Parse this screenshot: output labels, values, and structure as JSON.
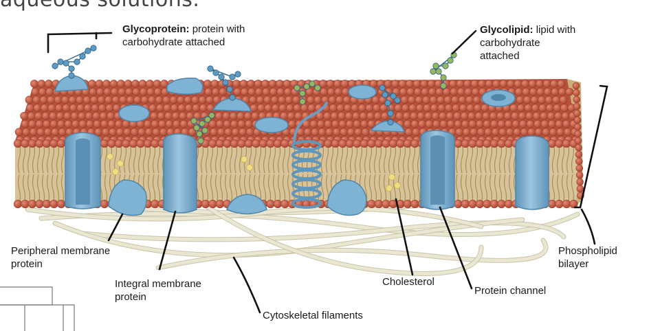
{
  "heading": {
    "text": "aqueous solutions."
  },
  "labels": {
    "glycoprotein_term": "Glycoprotein:",
    "glycoprotein_desc_1": "protein with",
    "glycoprotein_desc_2": "carbohydrate attached",
    "glycolipid_term": "Glycolipid:",
    "glycolipid_desc_1": "lipid with",
    "glycolipid_desc_2": "carbohydrate",
    "glycolipid_desc_3": "attached",
    "peripheral_1": "Peripheral membrane",
    "peripheral_2": "protein",
    "integral_1": "Integral membrane",
    "integral_2": "protein",
    "cytoskeletal": "Cytoskeletal filaments",
    "cholesterol": "Cholesterol",
    "protein_channel": "Protein channel",
    "phospholipid_1": "Phospholipid",
    "phospholipid_2": "bilayer"
  },
  "colors": {
    "phospholipid_head": "#c8604a",
    "phospholipid_head_dark": "#9e3f2c",
    "lipid_tail": "#c9ae78",
    "protein": "#7fb3d3",
    "protein_dark": "#4f86aa",
    "carb_blue": "#5d9ac4",
    "carb_green": "#98b85e",
    "cholesterol": "#f0dc84",
    "filament": "#e9e6d2"
  }
}
